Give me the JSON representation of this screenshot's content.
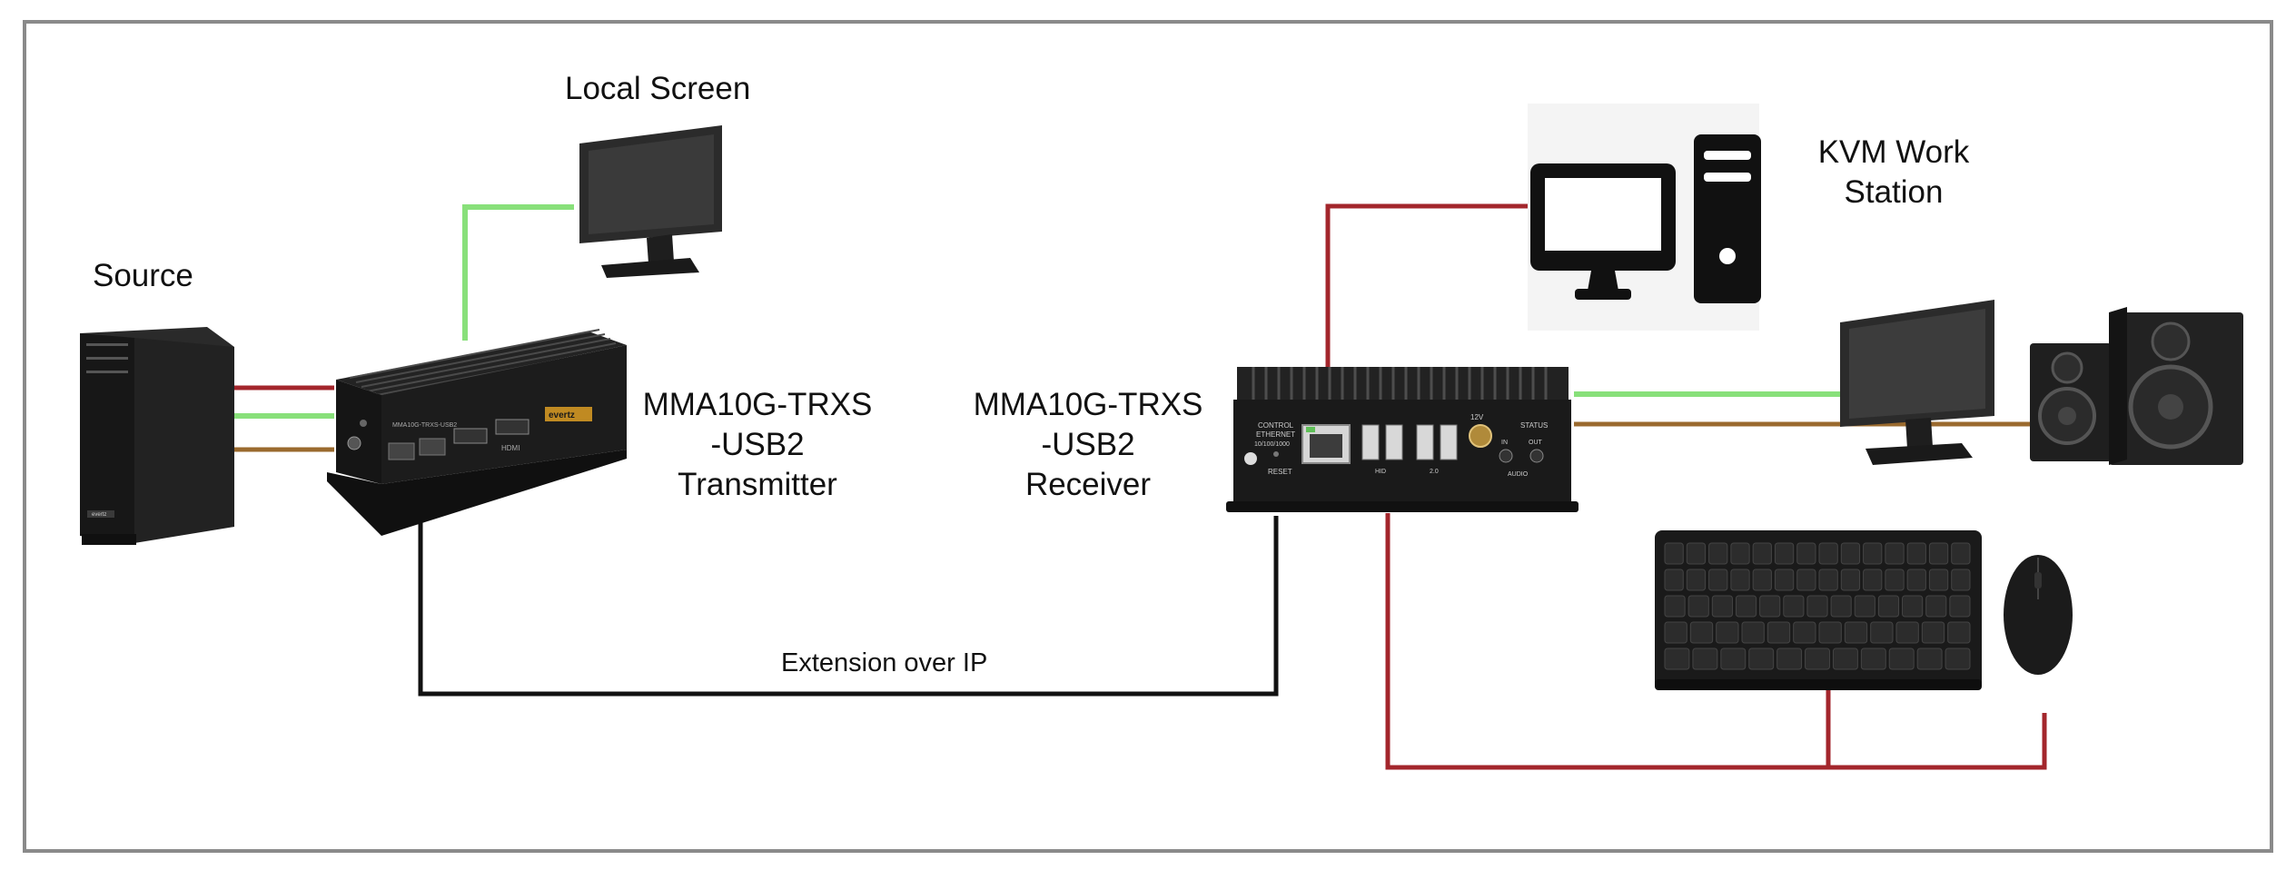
{
  "labels": {
    "source": "Source",
    "local_screen": "Local Screen",
    "transmitter": [
      "MMA10G-TRXS",
      "-USB2",
      "Transmitter"
    ],
    "receiver": [
      "MMA10G-TRXS",
      "-USB2",
      "Receiver"
    ],
    "kvm_workstation": [
      "KVM Work",
      "Station"
    ],
    "extension_link": "Extension over IP"
  },
  "device_markings": {
    "transmitter_brand": "evertz",
    "transmitter_model": "MMA10G-TRXS-USB2",
    "transmitter_port": "HDMI",
    "receiver_control": "CONTROL",
    "receiver_ethernet": "ETHERNET",
    "receiver_ethernet_speed": "10/100/1000",
    "receiver_reset": "RESET",
    "receiver_power": "12V",
    "receiver_status": "STATUS",
    "receiver_audio": "AUDIO",
    "receiver_audio_in": "IN",
    "receiver_audio_out": "OUT",
    "receiver_hid": "HID",
    "receiver_usb20": "2.0",
    "tower_badge": "evertz"
  },
  "colors": {
    "frame": "#8a8a8a",
    "usb_link": "#a3262c",
    "video_link": "#88e07a",
    "audio_link": "#9a6a2e",
    "ip_link": "#111111",
    "device_body": "#1c1c1c"
  },
  "icons": {
    "source": "tower-pc-icon",
    "local_screen": "monitor-icon",
    "transmitter": "transmitter-box-icon",
    "receiver": "receiver-box-icon",
    "workstation": "workstation-icon",
    "remote_monitor": "monitor-icon",
    "speakers": "speakers-icon",
    "keyboard": "keyboard-icon",
    "mouse": "mouse-icon"
  }
}
